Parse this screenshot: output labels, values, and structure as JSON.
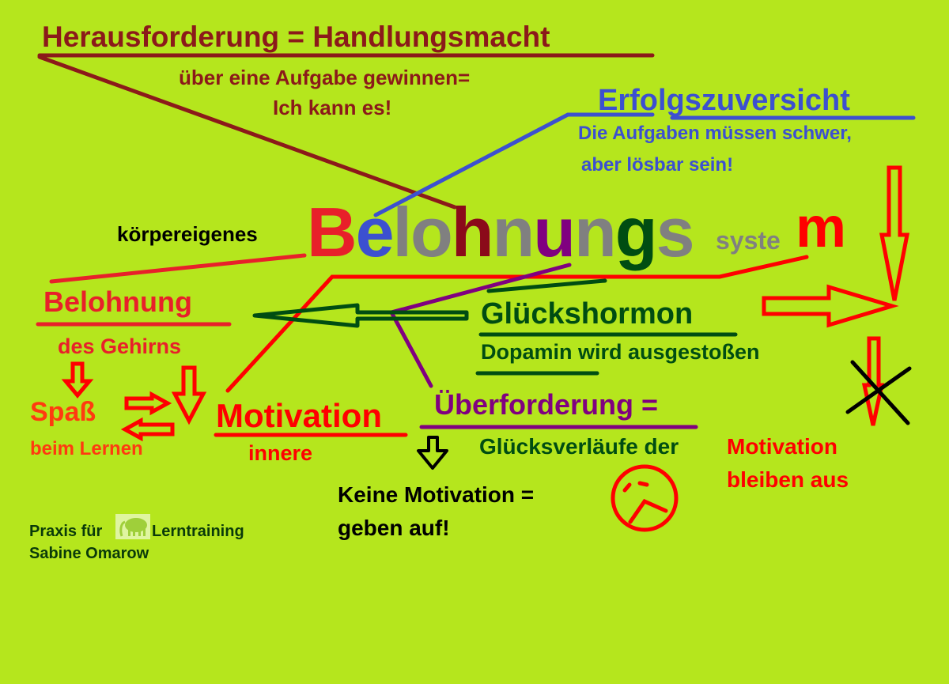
{
  "diagram": {
    "background_color": "#b5e61d",
    "title": {
      "heading": "Herausforderung = Handlungsmacht",
      "line1": "über eine Aufgabe gewinnen=",
      "line2": "Ich kann es!",
      "color": "#8b1a1a"
    },
    "erfolg": {
      "heading": "Erfolgszuversicht",
      "line1": "Die Aufgaben müssen schwer,",
      "line2": "aber lösbar sein!",
      "color": "#3c50d0"
    },
    "center": {
      "prefix": "körpereigenes",
      "letters": [
        {
          "ch": "B",
          "color": "#e8202a"
        },
        {
          "ch": "e",
          "color": "#3c50d0"
        },
        {
          "ch": "l",
          "color": "#808080"
        },
        {
          "ch": "o",
          "color": "#808080"
        },
        {
          "ch": "h",
          "color": "#8b0a1a"
        },
        {
          "ch": "n",
          "color": "#808080"
        },
        {
          "ch": "u",
          "color": "#800080"
        },
        {
          "ch": "n",
          "color": "#808080"
        },
        {
          "ch": "g",
          "color": "#004d12"
        },
        {
          "ch": "s",
          "color": "#808080"
        }
      ],
      "suffix_small": "syste",
      "suffix_big": "m"
    },
    "belohnung": {
      "heading": "Belohnung",
      "sub": "des Gehirns"
    },
    "spass": {
      "heading": "Spaß",
      "sub": "beim Lernen"
    },
    "motivation": {
      "heading": "Motivation",
      "sub": "innere"
    },
    "glueck": {
      "heading": "Glückshormon",
      "sub": "Dopamin wird ausgestoßen",
      "color": "#004d12"
    },
    "ueberforderung": {
      "heading": "Überforderung =",
      "line1": "Glücksverläufe der",
      "line1_red": "Motivation",
      "line2_red": "bleiben aus",
      "color": "#800080"
    },
    "keine": {
      "line1": "Keine Motivation =",
      "line2": "geben auf!"
    },
    "credit": {
      "line1_a": "Praxis für",
      "line1_b": "Lerntraining",
      "line2": "Sabine Omarow"
    }
  }
}
